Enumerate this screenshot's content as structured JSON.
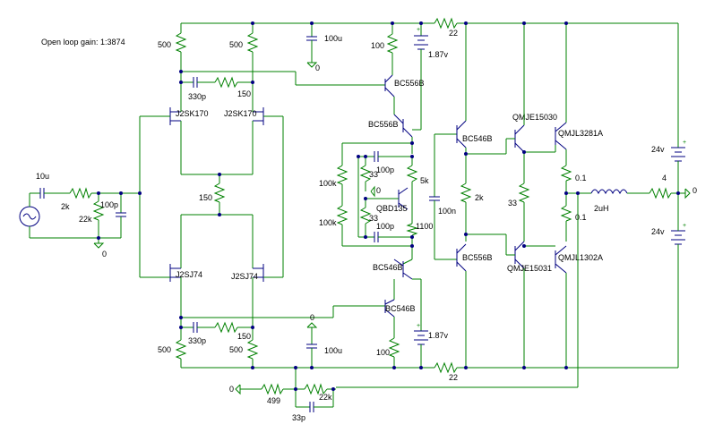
{
  "note": "Open loop gain: 1:3874",
  "labels": {
    "r500_tl": "500",
    "r500_tr": "500",
    "c100u_top": "100u",
    "r100_top": "100",
    "v187_top": "1.87v",
    "r22_top": "22",
    "c330p_top": "330p",
    "r150_top": "150",
    "q_bc556b_1": "BC556B",
    "j_tl": "J2SK170",
    "j_tr": "J2SK170",
    "q_bc556b_2": "BC556B",
    "q_bc546b_1": "BC546B",
    "q_qmjc15030": "QMJE15030",
    "q_qmjl3281a": "QMJL3281A",
    "c10u": "10u",
    "r2k_in": "2k",
    "c100p_in": "100p",
    "r22k_in": "22k",
    "r100k_1": "100k",
    "c100p_mid1": "100p",
    "r33_a": "33",
    "r5k": "5k",
    "q_qbd135": "QBD135",
    "r150_mid": "150",
    "r100k_2": "100k",
    "r33_b": "33",
    "c100p_mid2": "100p",
    "r1100": "1100",
    "c100n": "100n",
    "r2k_mid": "2k",
    "r33_mid": "33",
    "r01_a": "0.1",
    "r01_b": "0.1",
    "l2uh": "2uH",
    "r4": "4",
    "v24_top": "24v",
    "v24_bot": "24v",
    "q_bc556b_3": "BC556B",
    "q_qmje15031": "QMJE15031",
    "q_qmjl1302a": "QMJL1302A",
    "j_bl": "J2SJ74",
    "j_br": "J2SJ74",
    "q_bc546b_2": "BC546B",
    "q_bc546b_3": "BC546B",
    "c330p_bot": "330p",
    "r150_bot": "150",
    "r500_bl": "500",
    "r500_br": "500",
    "c100u_bot": "100u",
    "r100_bot": "100",
    "v187_bot": "1.87v",
    "r22_bot": "22",
    "r499": "499",
    "r22k_fb": "22k",
    "c33p": "33p",
    "gnd0_a": "0",
    "gnd0_b": "0",
    "gnd0_c": "0",
    "gnd0_d": "0",
    "gnd0_e": "0",
    "gnd0_f": "0"
  }
}
